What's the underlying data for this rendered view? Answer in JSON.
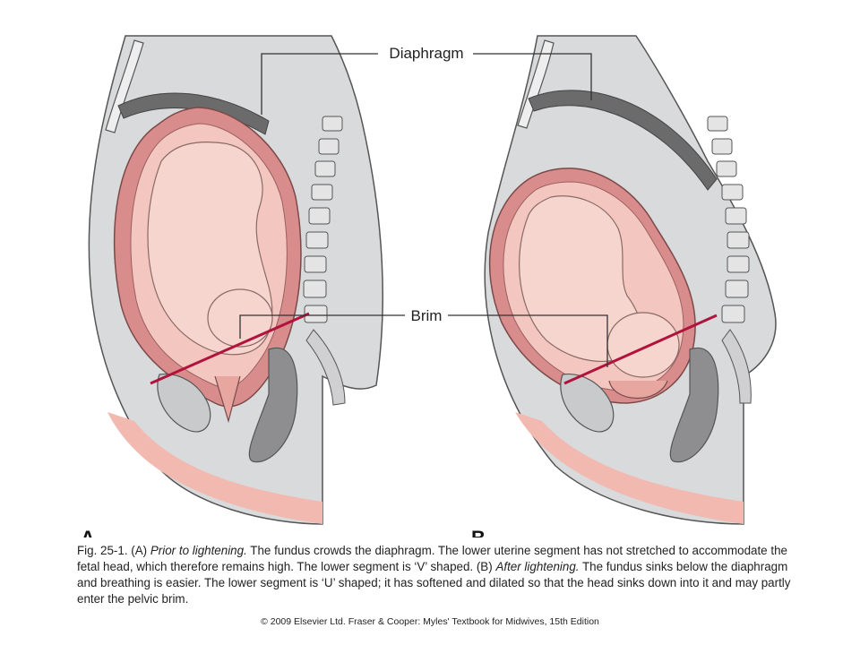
{
  "labels": {
    "diaphragm": "Diaphragm",
    "brim": "Brim"
  },
  "panels": {
    "a": "A",
    "b": "B"
  },
  "caption": {
    "fig_number": "Fig. 25-1. (A) ",
    "prior_heading": "Prior to lightening.",
    "prior_text": " The fundus crowds the diaphragm. The lower uterine segment has not stretched to accommodate the fetal head, which therefore remains high. The lower segment is ‘V’ shaped. (B) ",
    "after_heading": "After lightening.",
    "after_text": " The fundus sinks below the diaphragm and breathing is easier. The lower segment is ‘U’ shaped; it has softened and dilated so that the head sinks down into it and may partly enter the pelvic brim."
  },
  "copyright": "© 2009 Elsevier Ltd. Fraser & Cooper: Myles' Textbook for Midwives, 15th Edition",
  "colors": {
    "body_grey": "#d9dadb",
    "bone_grey": "#c9cacc",
    "uterus_wall": "#d98c8c",
    "uterus_inner": "#f3c7c0",
    "fetus_fill": "#f6d5cf",
    "brim_line": "#b0143c",
    "diaphragm": "#6b6b6b",
    "outline": "#555555"
  }
}
